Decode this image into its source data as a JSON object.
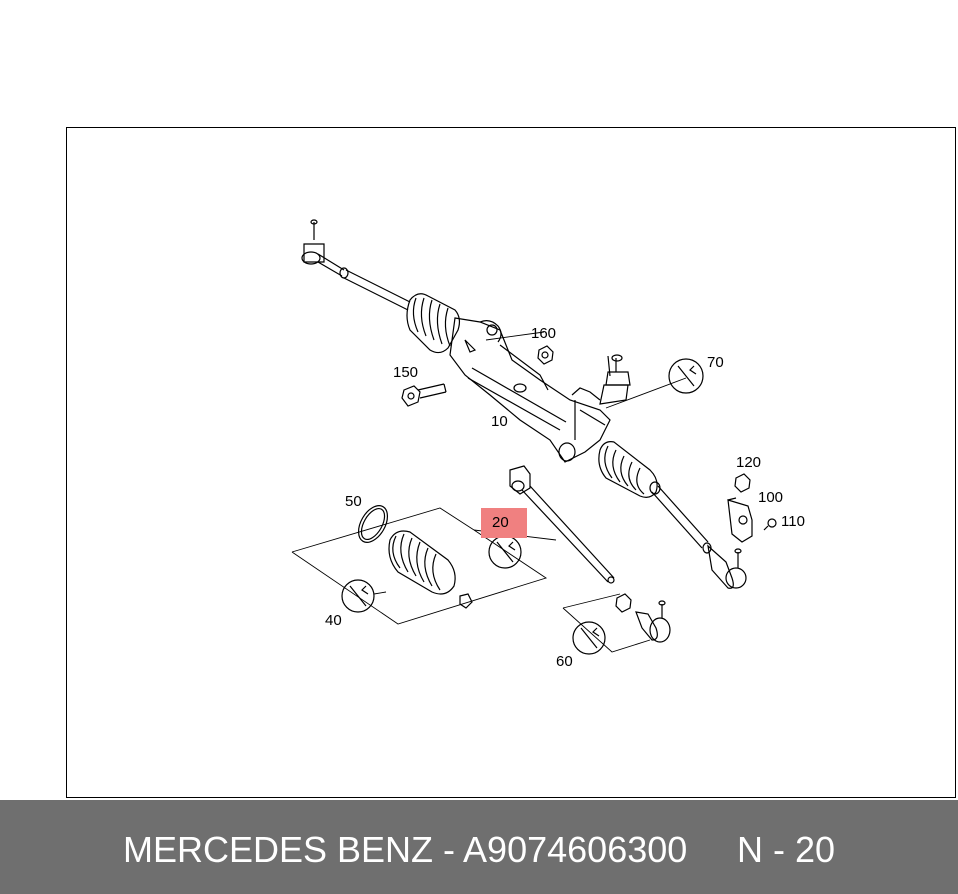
{
  "labels": {
    "p10": "10",
    "p20": "20",
    "p40": "40",
    "p50": "50",
    "p60": "60",
    "p70": "70",
    "p100": "100",
    "p110": "110",
    "p120": "120",
    "p150": "150",
    "p160": "160"
  },
  "highlight_color": "#f08080",
  "footer": {
    "text": "MERCEDES BENZ - A9074606300",
    "position": "N - 20"
  }
}
